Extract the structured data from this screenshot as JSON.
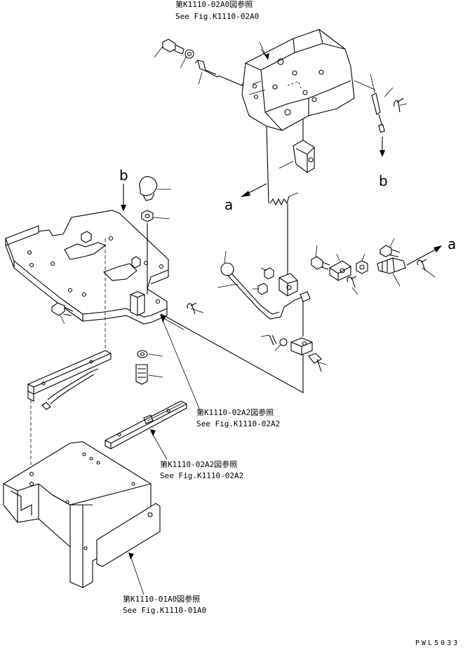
{
  "refs": {
    "top_cn": "第K1110-02A0図参照",
    "top_en": "See Fig.K1110-02A0",
    "mid1_cn": "第K1110-02A2図参照",
    "mid1_en": "See Fig.K1110-02A2",
    "mid2_cn": "第K1110-02A2図参照",
    "mid2_en": "See Fig.K1110-02A2",
    "bottom_cn": "第K1110-01A0図参照",
    "bottom_en": "See Fig.K1110-01A0"
  },
  "markers": {
    "a_left": "a",
    "a_right": "a",
    "b_top": "b",
    "b_right": "b"
  },
  "drawing_code": "PWL5033"
}
